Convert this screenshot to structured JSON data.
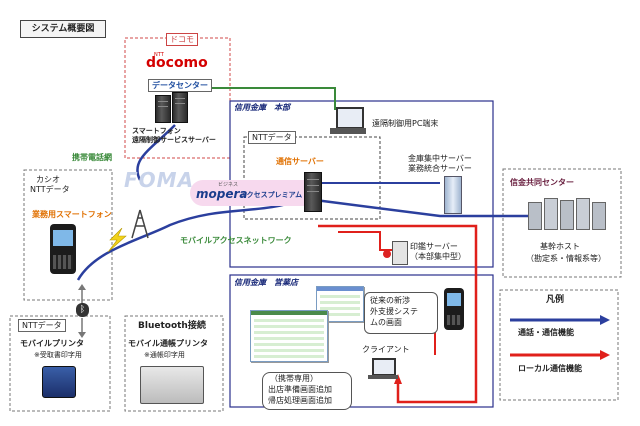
{
  "diagram": {
    "title": "システム概要図",
    "docomo": {
      "tag": "ドコモ",
      "logo_small": "NTT",
      "logo": "docomo",
      "datacenter": "データセンター",
      "service_l1": "スマートフォン",
      "service_l2": "遠隔制御サービスサーバー"
    },
    "network": {
      "mobile_net": "携帯電話網",
      "foma": "FOMA",
      "mopera_small": "ビジネス",
      "mopera": "mopera",
      "mopera_suffix": "アクセスプレミアム",
      "mobile_access": "モバイルアクセスネットワーク"
    },
    "casio": {
      "l1": "カシオ",
      "l2": "NTTデータ",
      "phone_label": "業務用スマートフォン"
    },
    "hq": {
      "title": "信用金庫　本部",
      "remote_pc": "遠隔制御用PC端末",
      "nttdata": "NTTデータ",
      "comm_server": "通信サーバー",
      "central_l1": "金庫集中サーバー",
      "central_l2": "業務統合サーバー",
      "print_l1": "印鑑サーバー",
      "print_l2": "（本部集中型）"
    },
    "shinkin": {
      "title": "信金共同センター",
      "host_l1": "基幹ホスト",
      "host_l2": "（勘定系・情報系等）"
    },
    "branch": {
      "title": "信用金庫　営業店",
      "legacy_l1": "従来の新渉",
      "legacy_l2": "外支援システ",
      "legacy_l3": "ムの画面",
      "client": "クライアント",
      "note_l1": "（携帯専用）",
      "note_l2": "出店準備画面追加",
      "note_l3": "帰店処理画面追加"
    },
    "bottom": {
      "nttdata": "NTTデータ",
      "bluetooth": "Bluetooth接続",
      "printer1_l1": "モバイルプリンタ",
      "printer1_l2": "※受取書印字用",
      "printer2_l1": "モバイル通帳プリンタ",
      "printer2_l2": "※通帳印字用"
    },
    "legend": {
      "title": "凡例",
      "item1": "通話・通信機能",
      "item2": "ローカル通信機能"
    },
    "colors": {
      "call_line": "#2b3f9e",
      "local_line": "#e0201b",
      "docomo_red": "#d40000",
      "title_orange": "#e07000",
      "green": "#3a8a3a"
    }
  }
}
